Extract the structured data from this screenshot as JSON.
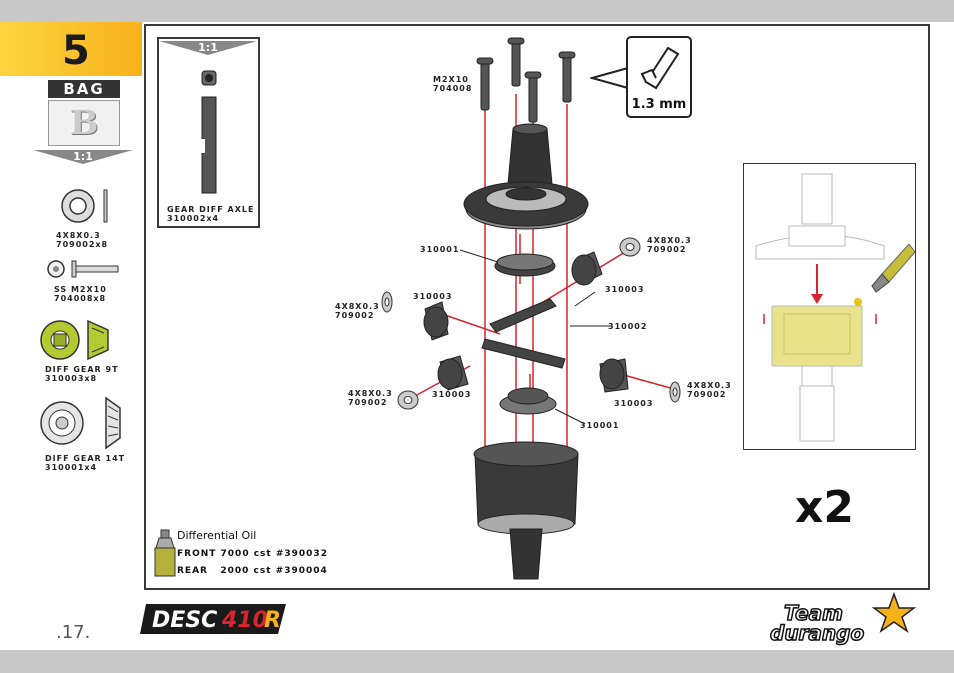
{
  "step": {
    "number": "5"
  },
  "bag": {
    "label": "BAG",
    "letter": "B",
    "scale": "1:1"
  },
  "parts_list": [
    {
      "name": "4X8X0.3",
      "code": "709002x8",
      "icon": "washer-icon"
    },
    {
      "name": "SS M2X10",
      "code": "704008x8",
      "icon": "screw-icon"
    },
    {
      "name": "DIFF GEAR 9T",
      "code": "310003x8",
      "icon": "diff-gear-9t-icon"
    },
    {
      "name": "DIFF GEAR 14T",
      "code": "310001x4",
      "icon": "diff-gear-14t-icon"
    }
  ],
  "axle_box": {
    "scale": "1:1",
    "name": "GEAR DIFF AXLE",
    "code": "310002x4"
  },
  "tool": {
    "size": "1.3 mm",
    "icon": "hex-key-icon"
  },
  "callouts": {
    "screw": "M2X10\n704008",
    "gear14_top": "310001",
    "washer_top_right": "4X8X0.3\n709002",
    "gear9_right": "310003",
    "gear9_left_top": "310003",
    "washer_left_top": "4X8X0.3\n709002",
    "axle": "310002",
    "washer_left_bottom": "4X8X0.3\n709002",
    "gear9_left_bottom": "310003",
    "gear9_bottom_right": "310003",
    "washer_right_bottom": "4X8X0.3\n709002",
    "gear14_bottom": "310001"
  },
  "multiplier": "x2",
  "oil": {
    "title": "Differential Oil",
    "front": "FRONT 7000 cst #390032",
    "rear": "REAR   2000 cst #390004"
  },
  "page_number": ".17.",
  "logos": {
    "product": "DESC410R",
    "brand": "Team Durango"
  },
  "colors": {
    "accent": "#f7b21a",
    "guide_line": "#d9232d",
    "oil": "#e8e28a"
  }
}
